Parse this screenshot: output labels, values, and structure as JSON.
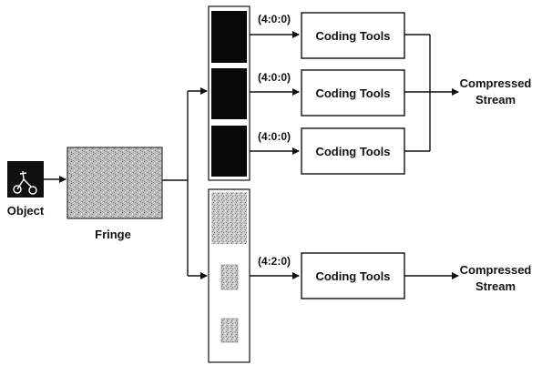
{
  "object": {
    "label": "Object",
    "icon": "tricycle-icon"
  },
  "fringe": {
    "label": "Fringe"
  },
  "channels": {
    "mono_format_1": "(4:0:0)",
    "mono_format_2": "(4:0:0)",
    "mono_format_3": "(4:0:0)",
    "color_format": "(4:2:0)"
  },
  "coding_tools": {
    "box_1": "Coding Tools",
    "box_2": "Coding Tools",
    "box_3": "Coding Tools",
    "box_4": "Coding Tools"
  },
  "outputs": {
    "top": {
      "line1": "Compressed",
      "line2": "Stream"
    },
    "bottom": {
      "line1": "Compressed",
      "line2": "Stream"
    }
  },
  "colors": {
    "line": "#111111",
    "frame_dark": "#0a0a0a",
    "frame_texture": "#b9b9b9"
  }
}
